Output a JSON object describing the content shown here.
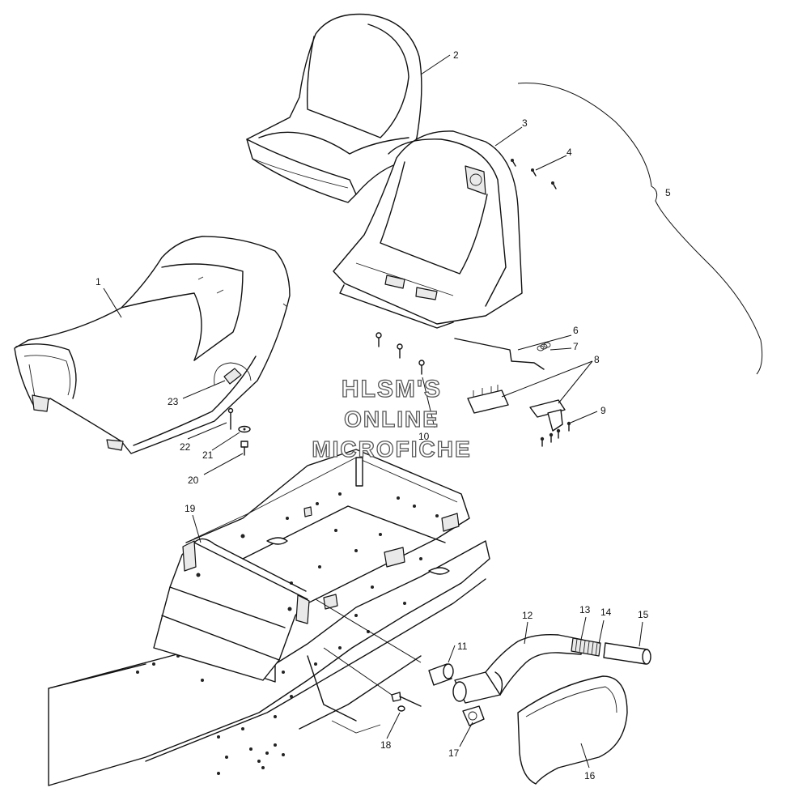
{
  "watermark": [
    "HLSM'S",
    "ONLINE",
    "MICROFICHE"
  ],
  "callouts": [
    "1",
    "2",
    "3",
    "4",
    "5",
    "6",
    "7",
    "8",
    "9",
    "10",
    "11",
    "12",
    "13",
    "14",
    "15",
    "16",
    "17",
    "18",
    "19",
    "20",
    "21",
    "22",
    "23"
  ]
}
